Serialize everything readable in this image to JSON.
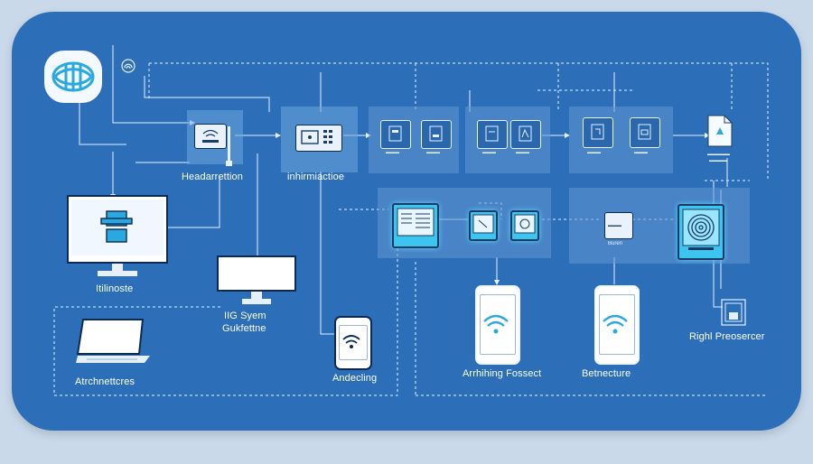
{
  "labels": {
    "node_top_left": "Headarrettion",
    "node_top_mid": "inhirmiactioe",
    "monitor_left": "Itilinoste",
    "monitor_mid_line1": "IIG Syem",
    "monitor_mid_line2": "Gukfettne",
    "laptop": "Atrchnettcres",
    "phone_small": "Andecling",
    "phone_mid": "Arrhihing Fossect",
    "phone_right": "Betnecture",
    "right_node": "Righl Preosercer",
    "tiny_buren": "Buren"
  },
  "colors": {
    "panel": "#2c6fb8",
    "background": "#c9d9ea",
    "accent_glow": "#3cc6ef",
    "line": "#e6f0fb"
  },
  "icons": [
    "brain-icon",
    "fingerprint-icon",
    "wifi-icon",
    "monitor-icon",
    "laptop-icon",
    "smartphone-icon",
    "spiral-icon",
    "document-icon"
  ]
}
